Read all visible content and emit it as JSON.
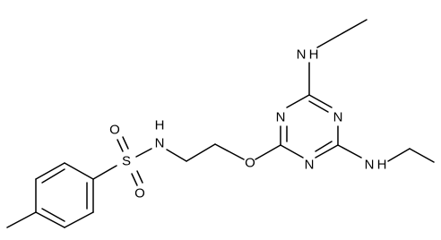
{
  "atoms": {
    "n_sulfonamide": "N",
    "h_sulfonamide": "H",
    "s_sulfonyl": "S",
    "o_sulfonyl_top": "O",
    "o_sulfonyl_bottom": "O",
    "o_ether": "O",
    "n_ring_top_left": "N",
    "n_ring_top_right": "N",
    "n_ring_bottom": "N",
    "n_amine_top": "N",
    "h_amine_top": "H",
    "n_amine_bottom": "N",
    "h_amine_bottom": "H"
  }
}
